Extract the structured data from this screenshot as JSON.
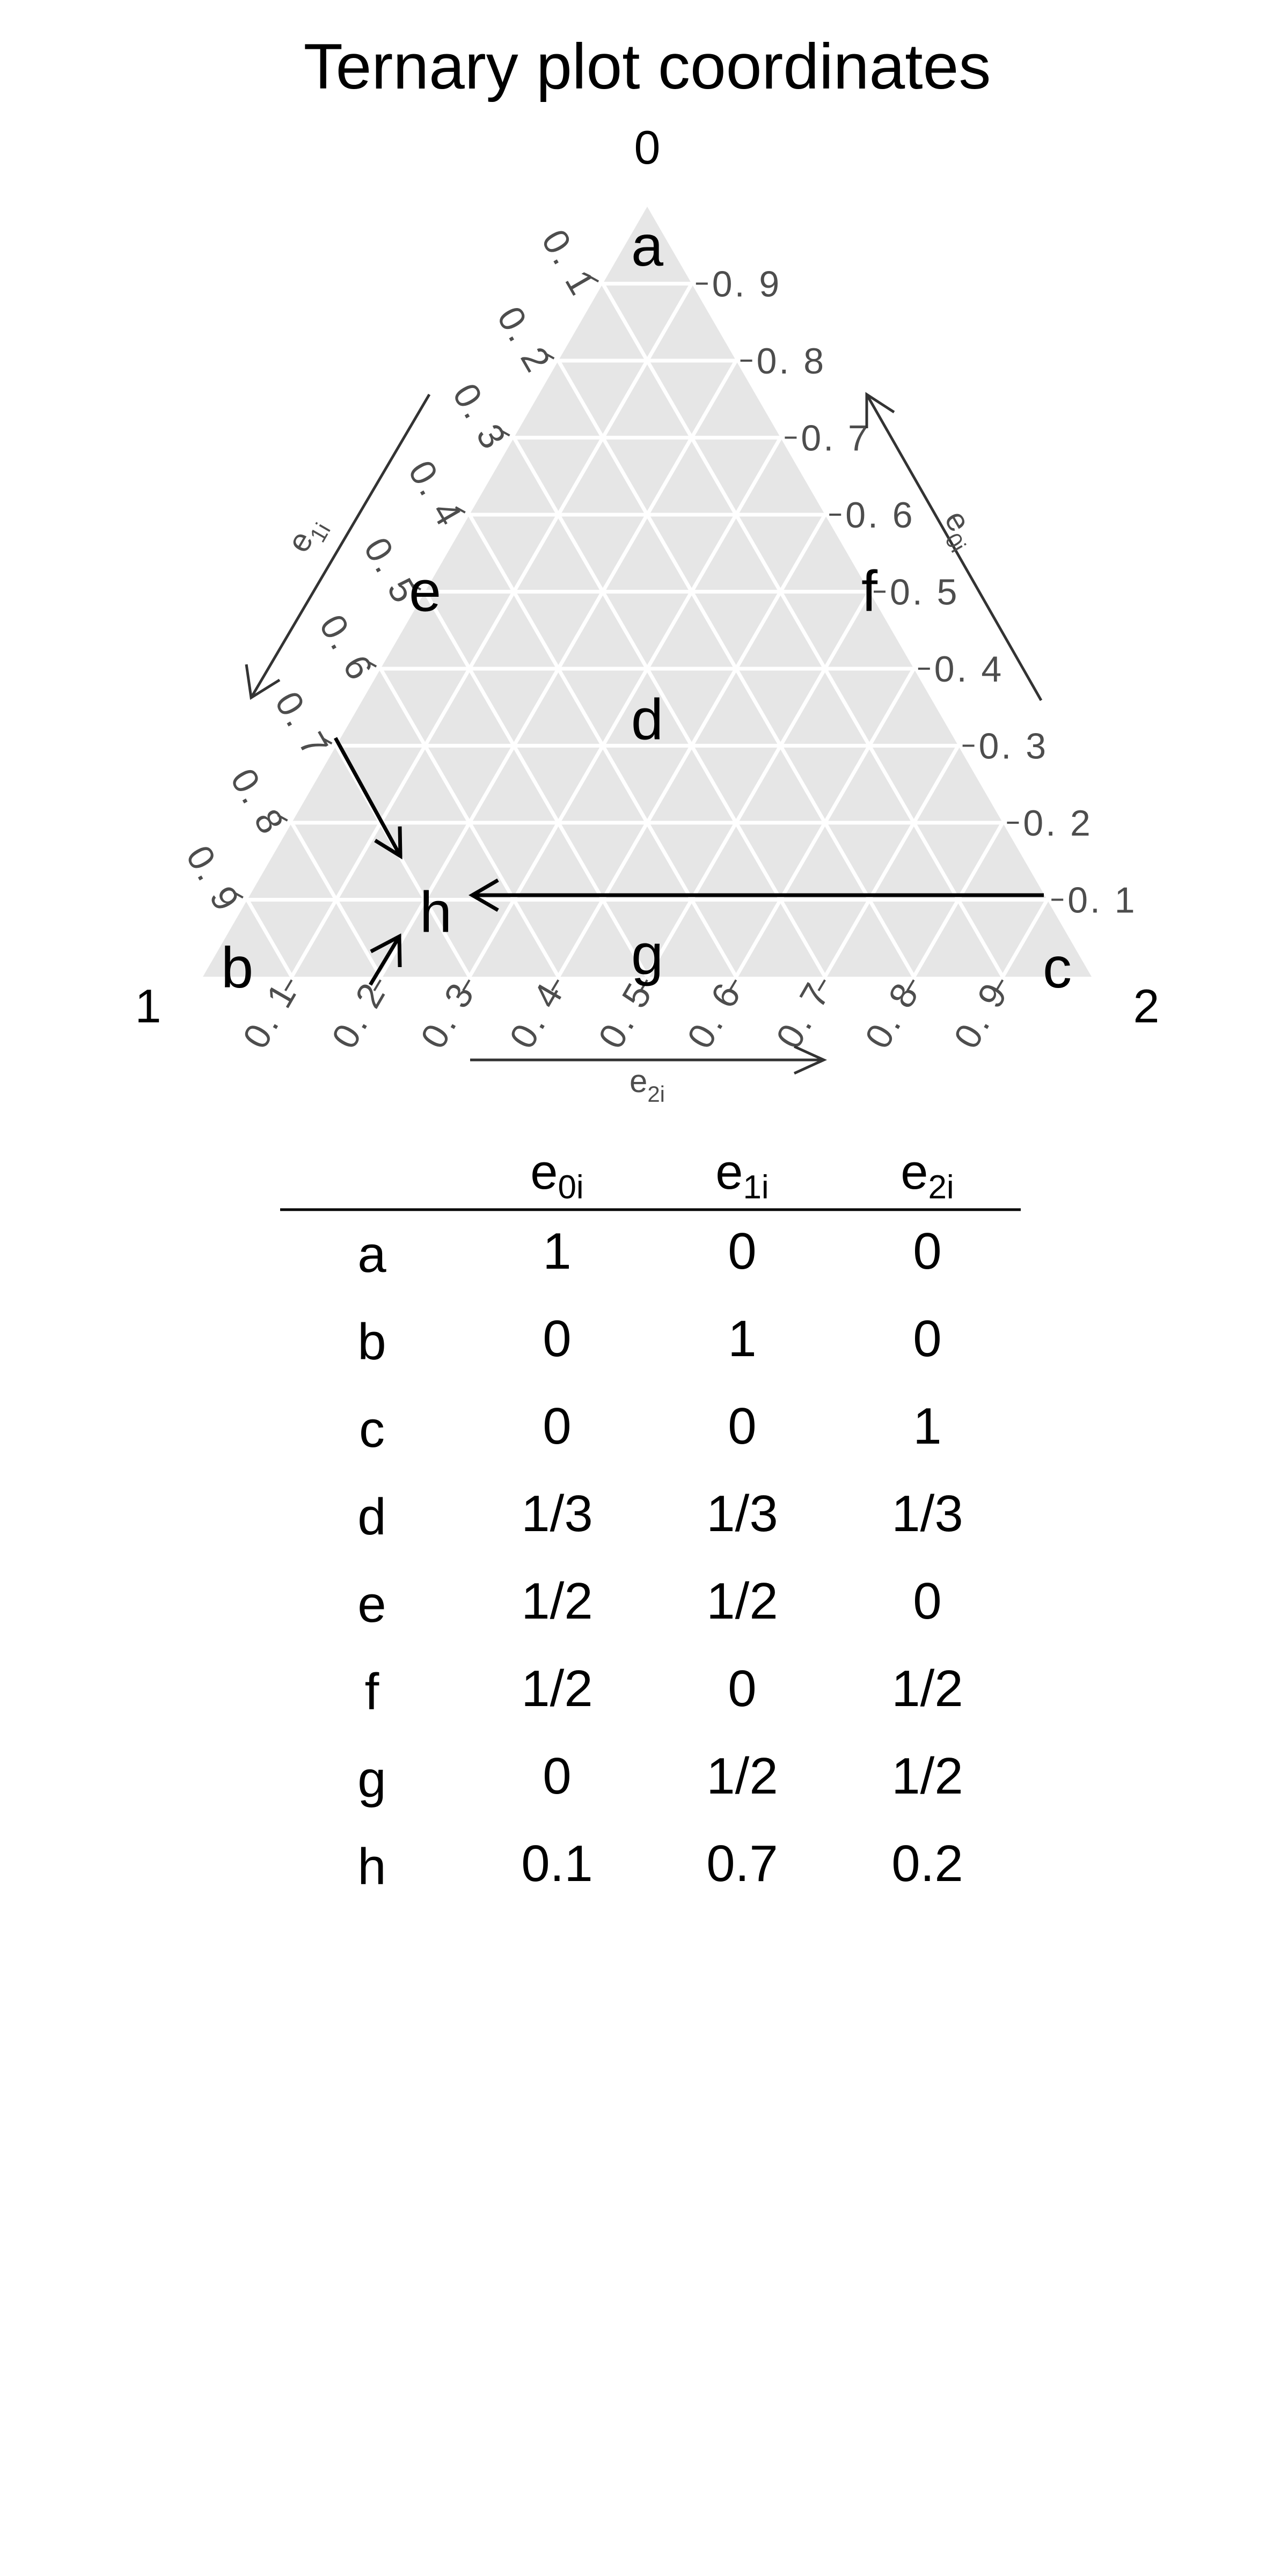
{
  "title": "Ternary plot coordinates",
  "vertex_labels": {
    "top": "0",
    "left": "1",
    "right": "2"
  },
  "axes": {
    "e0": {
      "base": "e",
      "sub": "0i"
    },
    "e1": {
      "base": "e",
      "sub": "1i"
    },
    "e2": {
      "base": "e",
      "sub": "2i"
    }
  },
  "ticks": {
    "e0": [
      "0. 1",
      "0. 2",
      "0. 3",
      "0. 4",
      "0. 5",
      "0. 6",
      "0. 7",
      "0. 8",
      "0. 9"
    ],
    "e1": [
      "0. 1",
      "0. 2",
      "0. 3",
      "0. 4",
      "0. 5",
      "0. 6",
      "0. 7",
      "0. 8",
      "0. 9"
    ],
    "e2": [
      "0. 1",
      "0. 2",
      "0. 3",
      "0. 4",
      "0. 5",
      "0. 6",
      "0. 7",
      "0. 8",
      "0. 9"
    ]
  },
  "colors": {
    "triangle_fill": "#e6e6e6",
    "grid": "#ffffff",
    "tick_text": "#4d4d4d"
  },
  "points": [
    {
      "label": "a",
      "e0": 1,
      "e1": 0,
      "e2": 0
    },
    {
      "label": "b",
      "e0": 0,
      "e1": 1,
      "e2": 0
    },
    {
      "label": "c",
      "e0": 0,
      "e1": 0,
      "e2": 1
    },
    {
      "label": "d",
      "e0": 0.3333,
      "e1": 0.3333,
      "e2": 0.3333
    },
    {
      "label": "e",
      "e0": 0.5,
      "e1": 0.5,
      "e2": 0
    },
    {
      "label": "f",
      "e0": 0.5,
      "e1": 0,
      "e2": 0.5
    },
    {
      "label": "g",
      "e0": 0,
      "e1": 0.5,
      "e2": 0.5
    },
    {
      "label": "h",
      "e0": 0.1,
      "e1": 0.7,
      "e2": 0.2
    }
  ],
  "table": {
    "headers": [
      {
        "base": "e",
        "sub": "0i"
      },
      {
        "base": "e",
        "sub": "1i"
      },
      {
        "base": "e",
        "sub": "2i"
      }
    ],
    "rows": [
      {
        "label": "a",
        "values": [
          "1",
          "0",
          "0"
        ]
      },
      {
        "label": "b",
        "values": [
          "0",
          "1",
          "0"
        ]
      },
      {
        "label": "c",
        "values": [
          "0",
          "0",
          "1"
        ]
      },
      {
        "label": "d",
        "values": [
          "1/3",
          "1/3",
          "1/3"
        ]
      },
      {
        "label": "e",
        "values": [
          "1/2",
          "1/2",
          "0"
        ]
      },
      {
        "label": "f",
        "values": [
          "1/2",
          "0",
          "1/2"
        ]
      },
      {
        "label": "g",
        "values": [
          "0",
          "1/2",
          "1/2"
        ]
      },
      {
        "label": "h",
        "values": [
          "0.1",
          "0.7",
          "0.2"
        ]
      }
    ]
  }
}
